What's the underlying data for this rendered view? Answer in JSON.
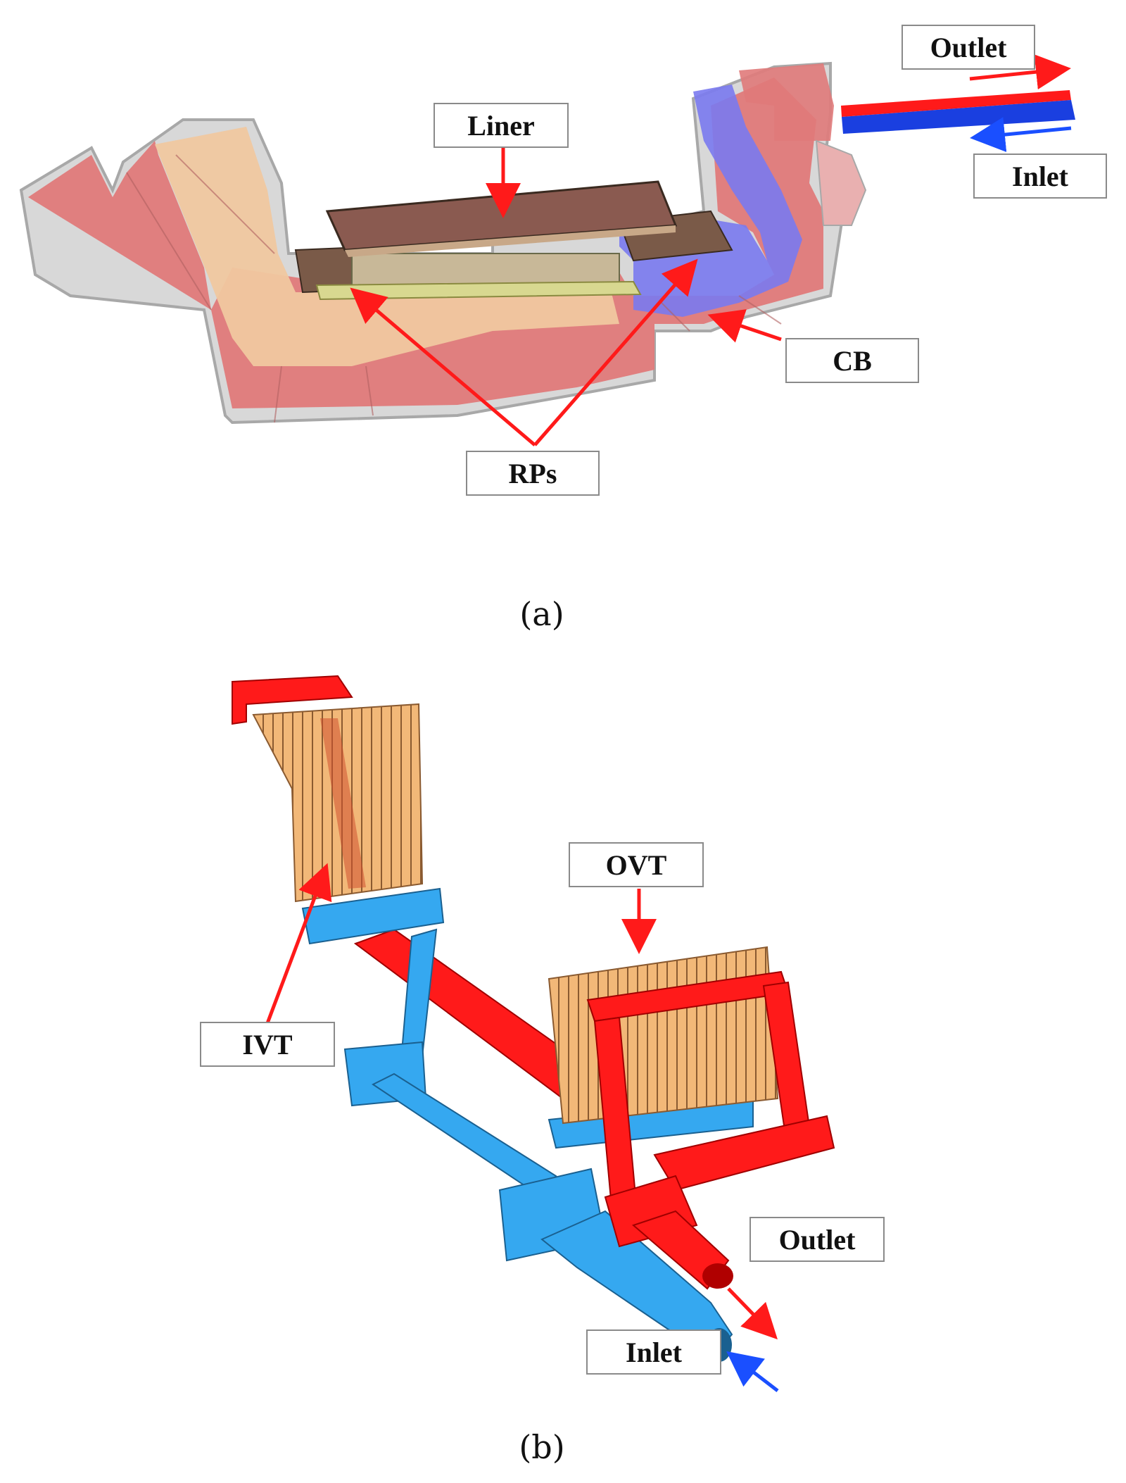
{
  "panel_a": {
    "labels": {
      "outlet": "Outlet",
      "inlet": "Inlet",
      "liner": "Liner",
      "cb": "CB",
      "rps": "RPs"
    },
    "caption": "(a)"
  },
  "panel_b": {
    "labels": {
      "ovt": "OVT",
      "ivt": "IVT",
      "outlet": "Outlet",
      "inlet": "Inlet"
    },
    "caption": "(b)"
  },
  "colors": {
    "hot": "#ff1a1a",
    "cold": "#1a4fff",
    "cold_light": "#35a8f0",
    "body_pink": "#e07a7a",
    "body_tan": "#f0c8a0",
    "body_blue": "#7a7af0",
    "liner": "#8a5a50",
    "tube": "#e8a060"
  }
}
